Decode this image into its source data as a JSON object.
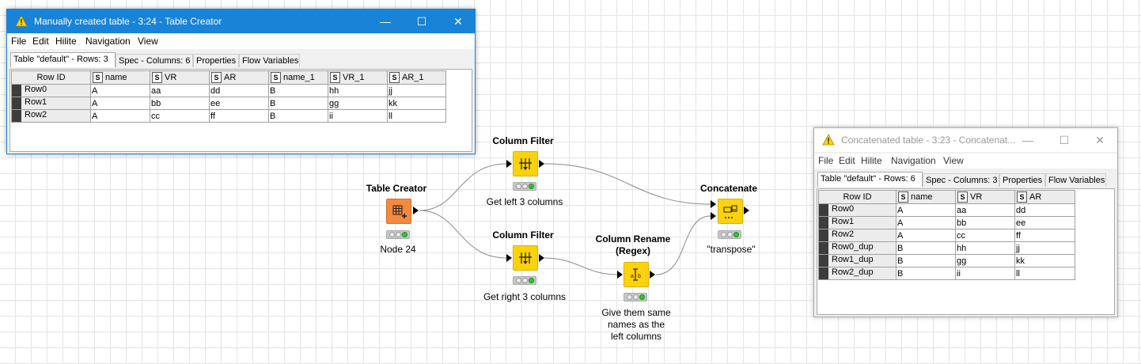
{
  "workflow": {
    "nodes": [
      {
        "title": "Table Creator",
        "label": "Node 24",
        "color": "#f4893f",
        "icon": "table-grid-icon"
      },
      {
        "title": "Column Filter",
        "label": "Get left 3 columns",
        "color": "#fcd20a",
        "icon": "column-filter-icon"
      },
      {
        "title": "Column Filter",
        "label": "Get right 3 columns",
        "color": "#fcd20a",
        "icon": "column-filter-icon"
      },
      {
        "title": "Column Rename\n(Regex)",
        "label": "Give them same\nnames as the\nleft columns",
        "color": "#fcd20a",
        "icon": "column-rename-icon"
      },
      {
        "title": "Concatenate",
        "label": "\"transpose\"",
        "color": "#fcd20a",
        "icon": "concatenate-icon"
      }
    ]
  },
  "window1": {
    "title": "Manually created table - 3:24 - Table Creator",
    "menu": [
      "File",
      "Edit",
      "Hilite",
      "Navigation",
      "View"
    ],
    "tabs": [
      "Table \"default\" - Rows: 3",
      "Spec - Columns: 6",
      "Properties",
      "Flow Variables"
    ],
    "columns": [
      "Row ID",
      "name",
      "VR",
      "AR",
      "name_1",
      "VR_1",
      "AR_1"
    ],
    "rows": [
      [
        "Row0",
        "A",
        "aa",
        "dd",
        "B",
        "hh",
        "jj"
      ],
      [
        "Row1",
        "A",
        "bb",
        "ee",
        "B",
        "gg",
        "kk"
      ],
      [
        "Row2",
        "A",
        "cc",
        "ff",
        "B",
        "ii",
        "ll"
      ]
    ]
  },
  "window2": {
    "title": "Concatenated table - 3:23 - Concatenat...",
    "menu": [
      "File",
      "Edit",
      "Hilite",
      "Navigation",
      "View"
    ],
    "tabs": [
      "Table \"default\" - Rows: 6",
      "Spec - Columns: 3",
      "Properties",
      "Flow Variables"
    ],
    "columns": [
      "Row ID",
      "name",
      "VR",
      "AR"
    ],
    "rows": [
      [
        "Row0",
        "A",
        "aa",
        "dd"
      ],
      [
        "Row1",
        "A",
        "bb",
        "ee"
      ],
      [
        "Row2",
        "A",
        "cc",
        "ff"
      ],
      [
        "Row0_dup",
        "B",
        "hh",
        "jj"
      ],
      [
        "Row1_dup",
        "B",
        "gg",
        "kk"
      ],
      [
        "Row2_dup",
        "B",
        "ii",
        "ll"
      ]
    ]
  },
  "column_type_badge": "S",
  "colors": {
    "accent": "#1883d7",
    "node_orange": "#f4893f",
    "node_yellow": "#fcd20a",
    "status_green": "#32c532"
  }
}
